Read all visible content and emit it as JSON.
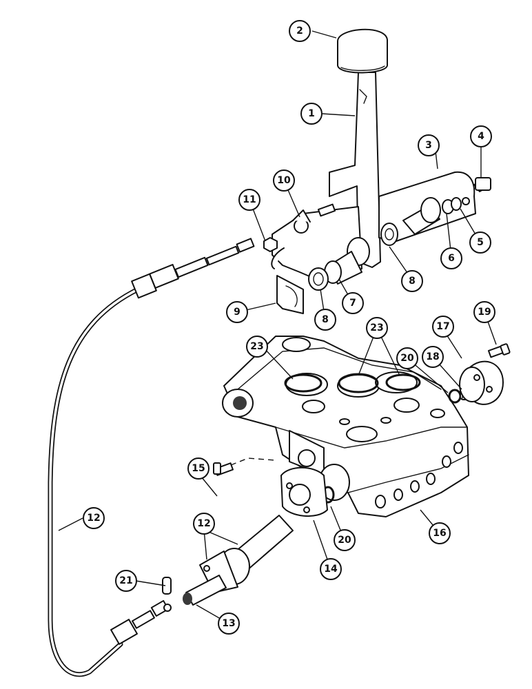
{
  "callouts": [
    {
      "id": "c1",
      "label": "1"
    },
    {
      "id": "c2",
      "label": "2"
    },
    {
      "id": "c3",
      "label": "3"
    },
    {
      "id": "c4",
      "label": "4"
    },
    {
      "id": "c5",
      "label": "5"
    },
    {
      "id": "c6",
      "label": "6"
    },
    {
      "id": "c7",
      "label": "7"
    },
    {
      "id": "c8a",
      "label": "8"
    },
    {
      "id": "c8b",
      "label": "8"
    },
    {
      "id": "c9",
      "label": "9"
    },
    {
      "id": "c10",
      "label": "10"
    },
    {
      "id": "c11",
      "label": "11"
    },
    {
      "id": "c12a",
      "label": "12"
    },
    {
      "id": "c12b",
      "label": "12"
    },
    {
      "id": "c13",
      "label": "13"
    },
    {
      "id": "c14",
      "label": "14"
    },
    {
      "id": "c15",
      "label": "15"
    },
    {
      "id": "c16",
      "label": "16"
    },
    {
      "id": "c17",
      "label": "17"
    },
    {
      "id": "c18",
      "label": "18"
    },
    {
      "id": "c19",
      "label": "19"
    },
    {
      "id": "c20a",
      "label": "20"
    },
    {
      "id": "c20b",
      "label": "20"
    },
    {
      "id": "c21",
      "label": "21"
    },
    {
      "id": "c23a",
      "label": "23"
    },
    {
      "id": "c23b",
      "label": "23"
    }
  ]
}
